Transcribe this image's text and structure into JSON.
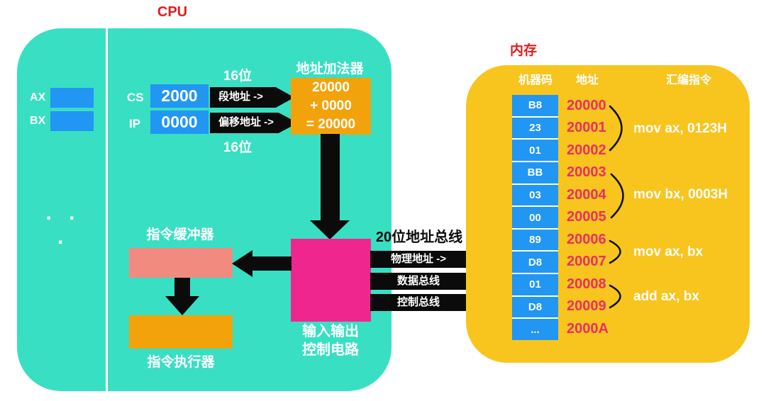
{
  "colors": {
    "teal": "#39DFC2",
    "yellow": "#F7C51D",
    "blue": "#2196F3",
    "pink": "#F0268F",
    "salmon": "#F18B80",
    "orange": "#F2A30B",
    "red": "#E11D1D",
    "address": "#EA2F63",
    "black": "#0B0B0B"
  },
  "cpu": {
    "title": "CPU",
    "registers": [
      {
        "name": "AX"
      },
      {
        "name": "BX"
      }
    ],
    "dots": ". . .",
    "cs": {
      "label": "CS",
      "value": "2000"
    },
    "ip": {
      "label": "IP",
      "value": "0000"
    },
    "segment_arrow": "段地址 ->",
    "offset_arrow": "偏移地址 ->",
    "bits_top": "16位",
    "bits_bottom": "16位",
    "adder": {
      "label": "地址加法器",
      "line1": "20000",
      "line2": "+ 0000",
      "line3": "= 20000"
    },
    "io_circuit": {
      "line1": "输入输出",
      "line2": "控制电路"
    },
    "buffer_label": "指令缓冲器",
    "executor_label": "指令执行器"
  },
  "buses": {
    "address_bus_label": "20位地址总线",
    "bars": [
      "物理地址 ->",
      "数据总线",
      "控制总线"
    ]
  },
  "memory": {
    "title": "内存",
    "headers": [
      "机器码",
      "地址",
      "汇编指令"
    ],
    "machine_codes": [
      "B8",
      "23",
      "01",
      "BB",
      "03",
      "00",
      "89",
      "D8",
      "01",
      "D8",
      "..."
    ],
    "addresses": [
      "20000",
      "20001",
      "20002",
      "20003",
      "20004",
      "20005",
      "20006",
      "20007",
      "20008",
      "20009",
      "2000A"
    ],
    "instructions": [
      "mov ax, 0123H",
      "mov bx, 0003H",
      "mov ax, bx",
      "add ax, bx"
    ]
  }
}
